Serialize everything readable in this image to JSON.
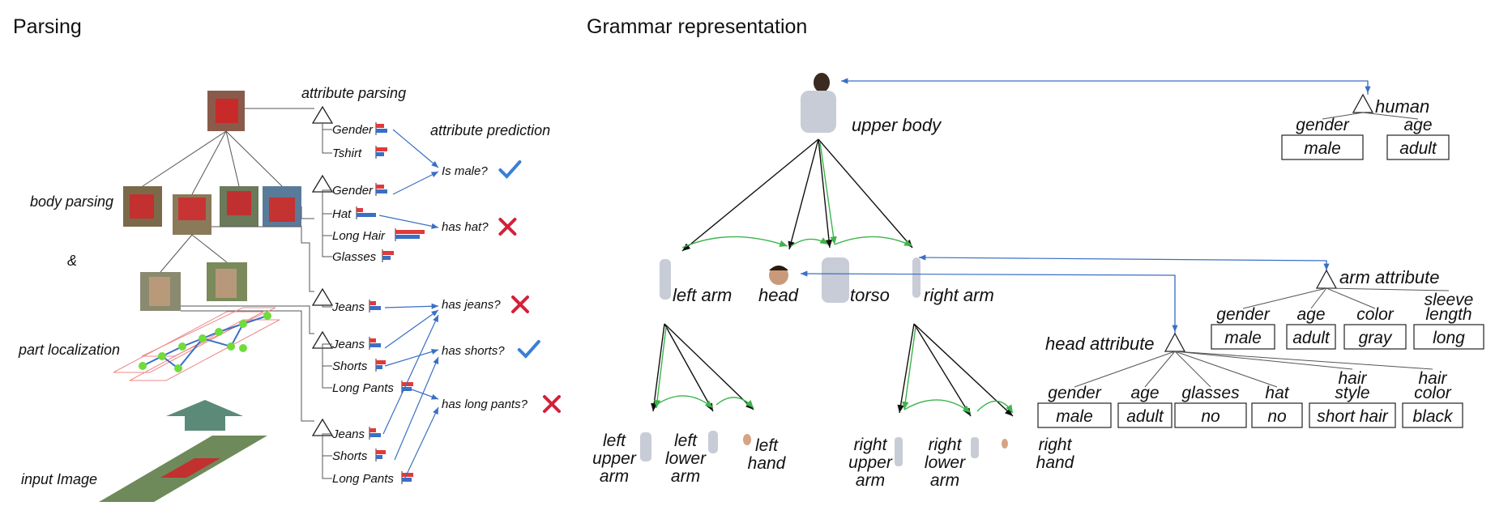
{
  "colors": {
    "bar_red": "#e03a3a",
    "bar_blue": "#3a6fc4",
    "check": "#3a7fd4",
    "cross": "#d4203a",
    "arrow_up": "#5c8a78",
    "grid": "#ef8a8a",
    "joint": "#6fdc3a",
    "green_arc": "#3cb44b"
  },
  "left": {
    "title": "Parsing",
    "label_body_parsing": "body parsing",
    "label_amp": "&",
    "label_part_localization": "part localization",
    "label_input_image": "input Image",
    "label_attribute_parsing": "attribute parsing",
    "label_attribute_prediction": "attribute prediction",
    "attr_groups": [
      {
        "items": [
          "Gender",
          "Tshirt"
        ]
      },
      {
        "items": [
          "Gender",
          "Hat",
          "Long Hair",
          "Glasses"
        ]
      },
      {
        "items": [
          "Jeans"
        ]
      },
      {
        "items": [
          "Jeans",
          "Shorts",
          "Long Pants"
        ]
      },
      {
        "items": [
          "Jeans",
          "Shorts",
          "Long Pants"
        ]
      }
    ],
    "predictions": [
      {
        "text": "Is male?",
        "mark": "check"
      },
      {
        "text": "has hat?",
        "mark": "cross"
      },
      {
        "text": "has jeans?",
        "mark": "cross"
      },
      {
        "text": "has shorts?",
        "mark": "check"
      },
      {
        "text": "has long pants?",
        "mark": "cross"
      }
    ]
  },
  "right": {
    "title": "Grammar representation",
    "upper_body": "upper body",
    "parts": [
      "left arm",
      "head",
      "torso",
      "right arm"
    ],
    "left_sub": [
      [
        "left",
        "upper",
        "arm"
      ],
      [
        "left",
        "lower",
        "arm"
      ],
      [
        "left",
        "hand"
      ]
    ],
    "right_sub": [
      [
        "right",
        "upper",
        "arm"
      ],
      [
        "right",
        "lower",
        "arm"
      ],
      [
        "right",
        "hand"
      ]
    ],
    "human": {
      "label": "human",
      "attrs": [
        {
          "name": [
            "gender"
          ],
          "value": "male"
        },
        {
          "name": [
            "age"
          ],
          "value": "adult"
        }
      ]
    },
    "arm_attribute": {
      "label": "arm attribute",
      "attrs": [
        {
          "name": [
            "gender"
          ],
          "value": "male"
        },
        {
          "name": [
            "age"
          ],
          "value": "adult"
        },
        {
          "name": [
            "color"
          ],
          "value": "gray"
        },
        {
          "name": [
            "sleeve",
            "length"
          ],
          "value": "long"
        }
      ]
    },
    "head_attribute": {
      "label": "head attribute",
      "attrs": [
        {
          "name": [
            "gender"
          ],
          "value": "male"
        },
        {
          "name": [
            "age"
          ],
          "value": "adult"
        },
        {
          "name": [
            "glasses"
          ],
          "value": "no"
        },
        {
          "name": [
            "hat"
          ],
          "value": "no"
        },
        {
          "name": [
            "hair",
            "style"
          ],
          "value": "short hair"
        },
        {
          "name": [
            "hair",
            "color"
          ],
          "value": "black"
        }
      ]
    }
  }
}
